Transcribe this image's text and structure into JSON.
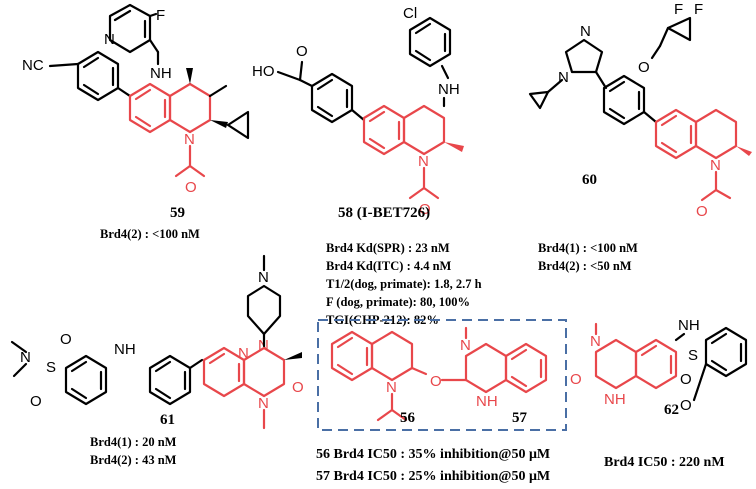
{
  "compounds": {
    "c59": {
      "label": "59",
      "act1": "Brd4(2) : <100 nM"
    },
    "c58": {
      "label": "58 (I-BET726)",
      "act1": "Brd4 Kd(SPR) : 23 nM",
      "act2": "Brd4 Kd(ITC) : 4.4 nM",
      "act3": "T1/2(dog, primate): 1.8, 2.7 h",
      "act4": "F (dog, primate): 80, 100%",
      "act5": "TGI(CHP-212): 82%"
    },
    "c60": {
      "label": "60",
      "act1": "Brd4(1) : <100 nM",
      "act2": "Brd4(2) : <50 nM"
    },
    "c61": {
      "label": "61",
      "act1": "Brd4(1) : 20 nM",
      "act2": "Brd4(2) : 43 nM"
    },
    "c56": {
      "label": "56",
      "act": "56 Brd4 IC50 : 35% inhibition@50 μM"
    },
    "c57": {
      "label": "57",
      "act": "57 Brd4 IC50 : 25% inhibition@50 μM"
    },
    "c62": {
      "label": "62",
      "act": "Brd4  IC50 : 220 nM"
    }
  },
  "atoms": {
    "F": "F",
    "NH": "NH",
    "N": "N",
    "NC": "NC",
    "Cl": "Cl",
    "HO": "HO",
    "O": "O",
    "S": "S",
    "H": "H"
  },
  "colors": {
    "scaffold": "#e8474b",
    "box": "#4a6fa5",
    "ink": "#000000"
  }
}
